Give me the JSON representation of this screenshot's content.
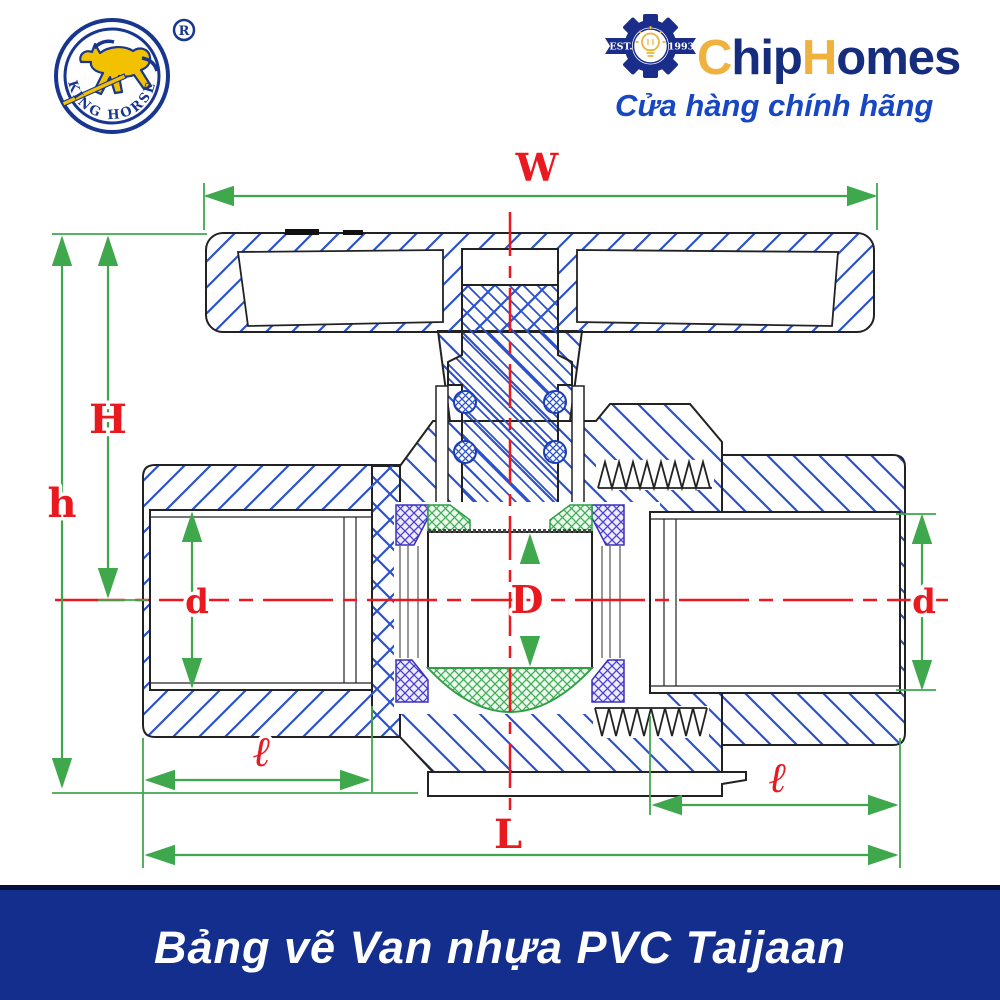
{
  "branding": {
    "king_horse": {
      "name": "KING HORSE",
      "registered": "R"
    },
    "chiphomes": {
      "est": "EST.",
      "year": "1993",
      "name_c": "C",
      "name_hip": "hip",
      "name_h": "H",
      "name_omes": "omes",
      "tagline": "Cửa hàng chính hãng"
    }
  },
  "diagram": {
    "type": "technical-drawing",
    "subject": "PVC ball valve cross-section",
    "dims": {
      "width": "W",
      "handle_height": "H",
      "total_height": "h",
      "socket_bore_left": "d",
      "ball_bore": "D",
      "socket_bore_right": "d",
      "socket_depth_left": "ℓ",
      "socket_depth_right": "ℓ",
      "overall_length": "L"
    },
    "colors": {
      "dimension_green": "#3fa84d",
      "centerline_red": "#e8191f",
      "hatch_blue": "#2b52cc",
      "seat_purple": "#4b3fd0",
      "seal_green": "#3fae57",
      "outline": "#222222"
    }
  },
  "banner": {
    "title": "Bảng vẽ Van nhựa PVC Taijaan",
    "background": "#132e8c"
  }
}
